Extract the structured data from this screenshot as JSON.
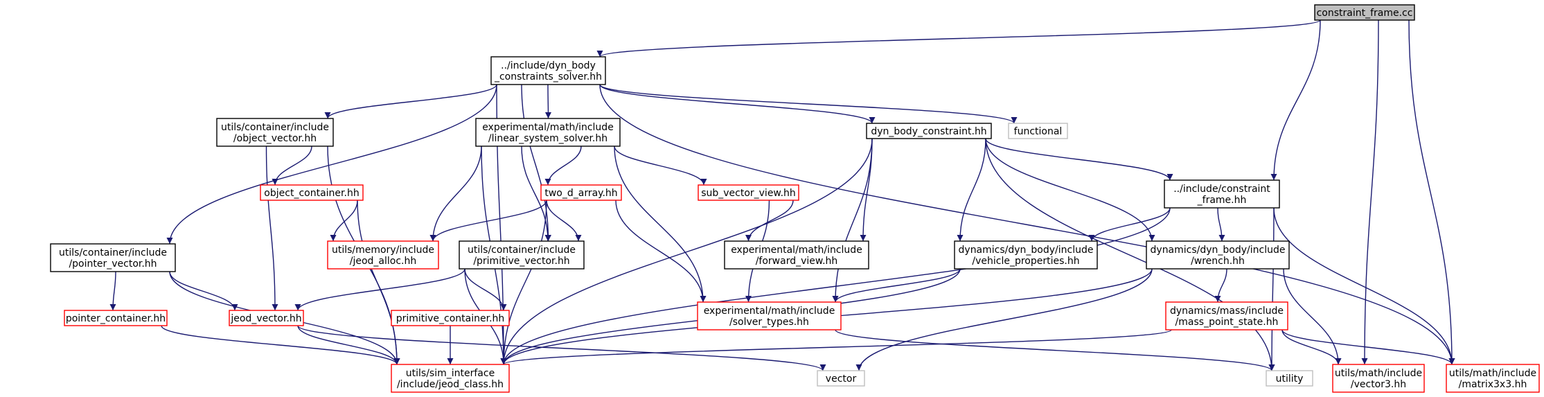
{
  "colors": {
    "edge": "#191970",
    "border_black": "#000000",
    "border_red": "#ff0000",
    "border_gray": "#bfbfbf",
    "root_fill": "#bfbfbf",
    "fill": "#ffffff"
  },
  "nodes": [
    {
      "id": "constraint_frame_cc",
      "lines": [
        "constraint_frame.cc"
      ],
      "style": "root"
    },
    {
      "id": "dyn_body_constraints_solver",
      "lines": [
        "../include/dyn_body",
        "_constraints_solver.hh"
      ],
      "style": "black"
    },
    {
      "id": "object_vector",
      "lines": [
        "utils/container/include",
        "/object_vector.hh"
      ],
      "style": "black"
    },
    {
      "id": "linear_system_solver",
      "lines": [
        "experimental/math/include",
        "/linear_system_solver.hh"
      ],
      "style": "black"
    },
    {
      "id": "dyn_body_constraint",
      "lines": [
        "dyn_body_constraint.hh"
      ],
      "style": "black"
    },
    {
      "id": "functional",
      "lines": [
        "functional"
      ],
      "style": "gray"
    },
    {
      "id": "object_container",
      "lines": [
        "object_container.hh"
      ],
      "style": "red"
    },
    {
      "id": "two_d_array",
      "lines": [
        "two_d_array.hh"
      ],
      "style": "red"
    },
    {
      "id": "sub_vector_view",
      "lines": [
        "sub_vector_view.hh"
      ],
      "style": "red"
    },
    {
      "id": "constraint_frame_hh",
      "lines": [
        "../include/constraint",
        "_frame.hh"
      ],
      "style": "black"
    },
    {
      "id": "pointer_vector",
      "lines": [
        "utils/container/include",
        "/pointer_vector.hh"
      ],
      "style": "black"
    },
    {
      "id": "jeod_alloc",
      "lines": [
        "utils/memory/include",
        "/jeod_alloc.hh"
      ],
      "style": "red"
    },
    {
      "id": "primitive_vector",
      "lines": [
        "utils/container/include",
        "/primitive_vector.hh"
      ],
      "style": "black"
    },
    {
      "id": "forward_view",
      "lines": [
        "experimental/math/include",
        "/forward_view.hh"
      ],
      "style": "black"
    },
    {
      "id": "vehicle_properties",
      "lines": [
        "dynamics/dyn_body/include",
        "/vehicle_properties.hh"
      ],
      "style": "black"
    },
    {
      "id": "wrench",
      "lines": [
        "dynamics/dyn_body/include",
        "/wrench.hh"
      ],
      "style": "black"
    },
    {
      "id": "pointer_container",
      "lines": [
        "pointer_container.hh"
      ],
      "style": "red"
    },
    {
      "id": "jeod_vector",
      "lines": [
        "jeod_vector.hh"
      ],
      "style": "red"
    },
    {
      "id": "primitive_container",
      "lines": [
        "primitive_container.hh"
      ],
      "style": "red"
    },
    {
      "id": "solver_types",
      "lines": [
        "experimental/math/include",
        "/solver_types.hh"
      ],
      "style": "red"
    },
    {
      "id": "mass_point_state",
      "lines": [
        "dynamics/mass/include",
        "/mass_point_state.hh"
      ],
      "style": "red"
    },
    {
      "id": "jeod_class",
      "lines": [
        "utils/sim_interface",
        "/include/jeod_class.hh"
      ],
      "style": "red"
    },
    {
      "id": "vector",
      "lines": [
        "vector"
      ],
      "style": "gray"
    },
    {
      "id": "utility",
      "lines": [
        "utility"
      ],
      "style": "gray"
    },
    {
      "id": "vector3",
      "lines": [
        "utils/math/include",
        "/vector3.hh"
      ],
      "style": "red"
    },
    {
      "id": "matrix3x3",
      "lines": [
        "utils/math/include",
        "/matrix3x3.hh"
      ],
      "style": "red"
    }
  ],
  "edges": [
    {
      "from": "constraint_frame_cc",
      "to": "dyn_body_constraints_solver"
    },
    {
      "from": "constraint_frame_cc",
      "to": "constraint_frame_hh"
    },
    {
      "from": "constraint_frame_cc",
      "to": "vector3"
    },
    {
      "from": "constraint_frame_cc",
      "to": "matrix3x3"
    },
    {
      "from": "dyn_body_constraints_solver",
      "to": "object_vector"
    },
    {
      "from": "dyn_body_constraints_solver",
      "to": "linear_system_solver"
    },
    {
      "from": "dyn_body_constraints_solver",
      "to": "dyn_body_constraint"
    },
    {
      "from": "dyn_body_constraints_solver",
      "to": "functional"
    },
    {
      "from": "dyn_body_constraints_solver",
      "to": "pointer_vector"
    },
    {
      "from": "dyn_body_constraints_solver",
      "to": "primitive_vector"
    },
    {
      "from": "dyn_body_constraints_solver",
      "to": "jeod_class"
    },
    {
      "from": "dyn_body_constraints_solver",
      "to": "matrix3x3"
    },
    {
      "from": "object_vector",
      "to": "object_container"
    },
    {
      "from": "object_vector",
      "to": "jeod_vector"
    },
    {
      "from": "object_vector",
      "to": "jeod_class"
    },
    {
      "from": "linear_system_solver",
      "to": "two_d_array"
    },
    {
      "from": "linear_system_solver",
      "to": "sub_vector_view"
    },
    {
      "from": "linear_system_solver",
      "to": "jeod_alloc"
    },
    {
      "from": "linear_system_solver",
      "to": "primitive_vector"
    },
    {
      "from": "linear_system_solver",
      "to": "solver_types"
    },
    {
      "from": "linear_system_solver",
      "to": "jeod_class"
    },
    {
      "from": "dyn_body_constraint",
      "to": "constraint_frame_hh"
    },
    {
      "from": "dyn_body_constraint",
      "to": "forward_view"
    },
    {
      "from": "dyn_body_constraint",
      "to": "vehicle_properties"
    },
    {
      "from": "dyn_body_constraint",
      "to": "wrench"
    },
    {
      "from": "dyn_body_constraint",
      "to": "solver_types"
    },
    {
      "from": "dyn_body_constraint",
      "to": "jeod_class"
    },
    {
      "from": "dyn_body_constraint",
      "to": "utility"
    },
    {
      "from": "object_container",
      "to": "jeod_alloc"
    },
    {
      "from": "object_container",
      "to": "jeod_class"
    },
    {
      "from": "two_d_array",
      "to": "jeod_alloc"
    },
    {
      "from": "two_d_array",
      "to": "primitive_vector"
    },
    {
      "from": "two_d_array",
      "to": "solver_types"
    },
    {
      "from": "two_d_array",
      "to": "jeod_class"
    },
    {
      "from": "sub_vector_view",
      "to": "forward_view"
    },
    {
      "from": "sub_vector_view",
      "to": "solver_types"
    },
    {
      "from": "constraint_frame_hh",
      "to": "vehicle_properties"
    },
    {
      "from": "constraint_frame_hh",
      "to": "wrench"
    },
    {
      "from": "constraint_frame_hh",
      "to": "jeod_class"
    },
    {
      "from": "constraint_frame_hh",
      "to": "utility"
    },
    {
      "from": "constraint_frame_hh",
      "to": "matrix3x3"
    },
    {
      "from": "pointer_vector",
      "to": "pointer_container"
    },
    {
      "from": "pointer_vector",
      "to": "jeod_vector"
    },
    {
      "from": "pointer_vector",
      "to": "jeod_class"
    },
    {
      "from": "primitive_vector",
      "to": "jeod_vector"
    },
    {
      "from": "primitive_vector",
      "to": "primitive_container"
    },
    {
      "from": "primitive_vector",
      "to": "jeod_class"
    },
    {
      "from": "vehicle_properties",
      "to": "solver_types"
    },
    {
      "from": "vehicle_properties",
      "to": "jeod_class"
    },
    {
      "from": "wrench",
      "to": "mass_point_state"
    },
    {
      "from": "wrench",
      "to": "jeod_class"
    },
    {
      "from": "wrench",
      "to": "vector"
    },
    {
      "from": "wrench",
      "to": "vector3"
    },
    {
      "from": "pointer_container",
      "to": "jeod_class"
    },
    {
      "from": "jeod_vector",
      "to": "jeod_class"
    },
    {
      "from": "jeod_vector",
      "to": "vector"
    },
    {
      "from": "primitive_container",
      "to": "jeod_class"
    },
    {
      "from": "solver_types",
      "to": "utility"
    },
    {
      "from": "mass_point_state",
      "to": "jeod_class"
    },
    {
      "from": "mass_point_state",
      "to": "vector3"
    },
    {
      "from": "mass_point_state",
      "to": "matrix3x3"
    }
  ]
}
